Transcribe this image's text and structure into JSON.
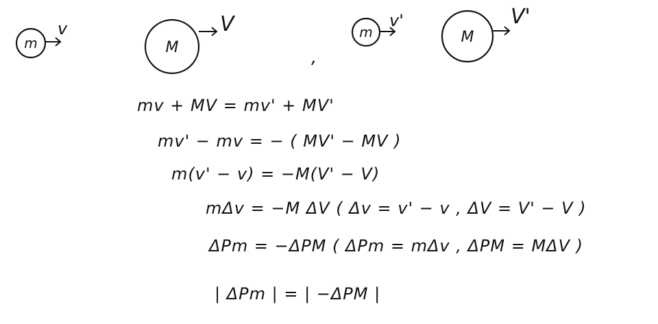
{
  "diagram": {
    "before": {
      "small_ball": {
        "label": "m",
        "velocity": "v"
      },
      "big_ball": {
        "label": "M",
        "velocity": "V"
      }
    },
    "separator": ",",
    "after": {
      "small_ball": {
        "label": "m",
        "velocity": "v'"
      },
      "big_ball": {
        "label": "M",
        "velocity": "V'"
      }
    }
  },
  "equations": [
    "mv + MV  =  mv' + MV'",
    "mv' − mv  =  − ( MV' − MV )",
    "m(v' − v)  =  −M(V' − V)",
    "mΔv  =  −M ΔV  ( Δv = v' − v ,  ΔV = V' − V )",
    "ΔPm  =  −ΔPM  ( ΔPm = mΔv ,  ΔPM = MΔV )",
    "| ΔPm |  =  | −ΔPM |"
  ]
}
